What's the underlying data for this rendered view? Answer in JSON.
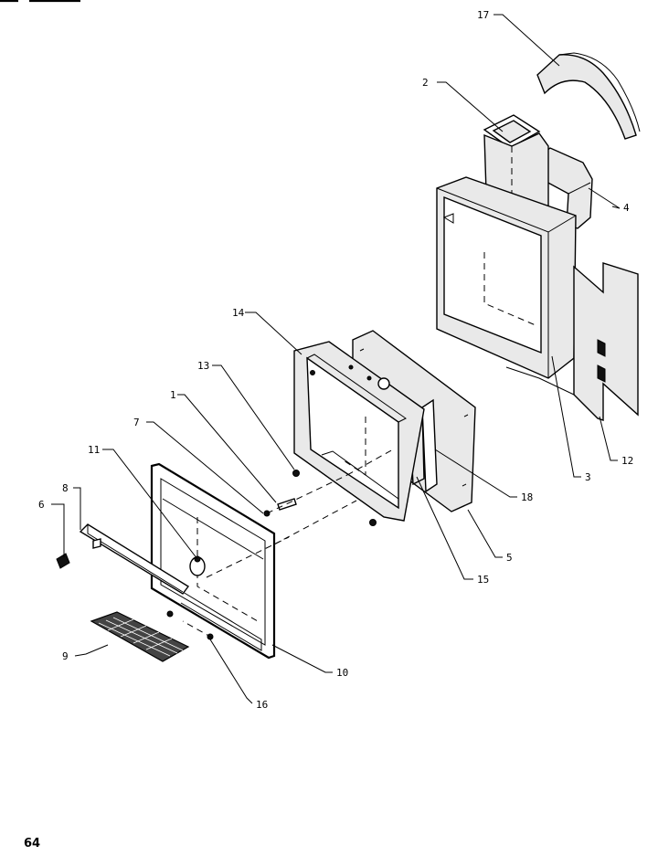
{
  "page_number": "64",
  "callouts": {
    "c1": "1",
    "c2": "2",
    "c3": "3",
    "c4": "4",
    "c5": "5",
    "c6": "6",
    "c7": "7",
    "c8": "8",
    "c9": "9",
    "c10": "10",
    "c11": "11",
    "c12": "12",
    "c13": "13",
    "c14": "14",
    "c15": "15",
    "c16": "16",
    "c17": "17",
    "c18": "18"
  }
}
